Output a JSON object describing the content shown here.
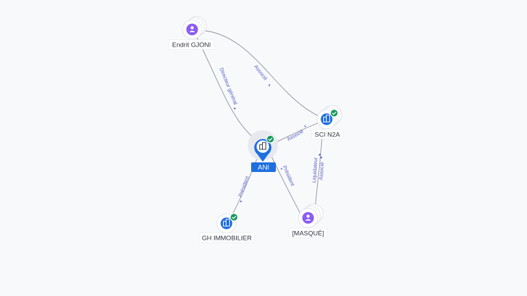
{
  "graph": {
    "nodes": {
      "endrit": {
        "label": "Endrit GJONI",
        "kind": "person",
        "verified": false,
        "icon": "person-icon"
      },
      "ani": {
        "label": "ANI",
        "kind": "company-main",
        "verified": true,
        "icon": "building-icon"
      },
      "sci_n2a": {
        "label": "SCI N2A",
        "kind": "company",
        "verified": true,
        "icon": "building-icon"
      },
      "gh_immobilier": {
        "label": "GH IMMOBILIER",
        "kind": "company",
        "verified": true,
        "icon": "building-icon"
      },
      "masque": {
        "label": "[MASQUÉ]",
        "kind": "person",
        "verified": false,
        "icon": "person-icon"
      }
    },
    "edges": {
      "endrit_ani": {
        "label": "Directeur général"
      },
      "endrit_sci": {
        "label": "Associé"
      },
      "ani_sci": {
        "label": "Associé"
      },
      "masque_sci": {
        "label1": "Liquidateur",
        "label2": "Associé"
      },
      "ani_gh": {
        "label": "Président"
      },
      "ani_masque": {
        "label": "Président"
      }
    }
  },
  "colors": {
    "person": "#8b5cf6",
    "company": "#1f6fe0",
    "verified": "#14995a",
    "edge": "#8a8f9a",
    "edge_label": "#5a5fc7"
  }
}
